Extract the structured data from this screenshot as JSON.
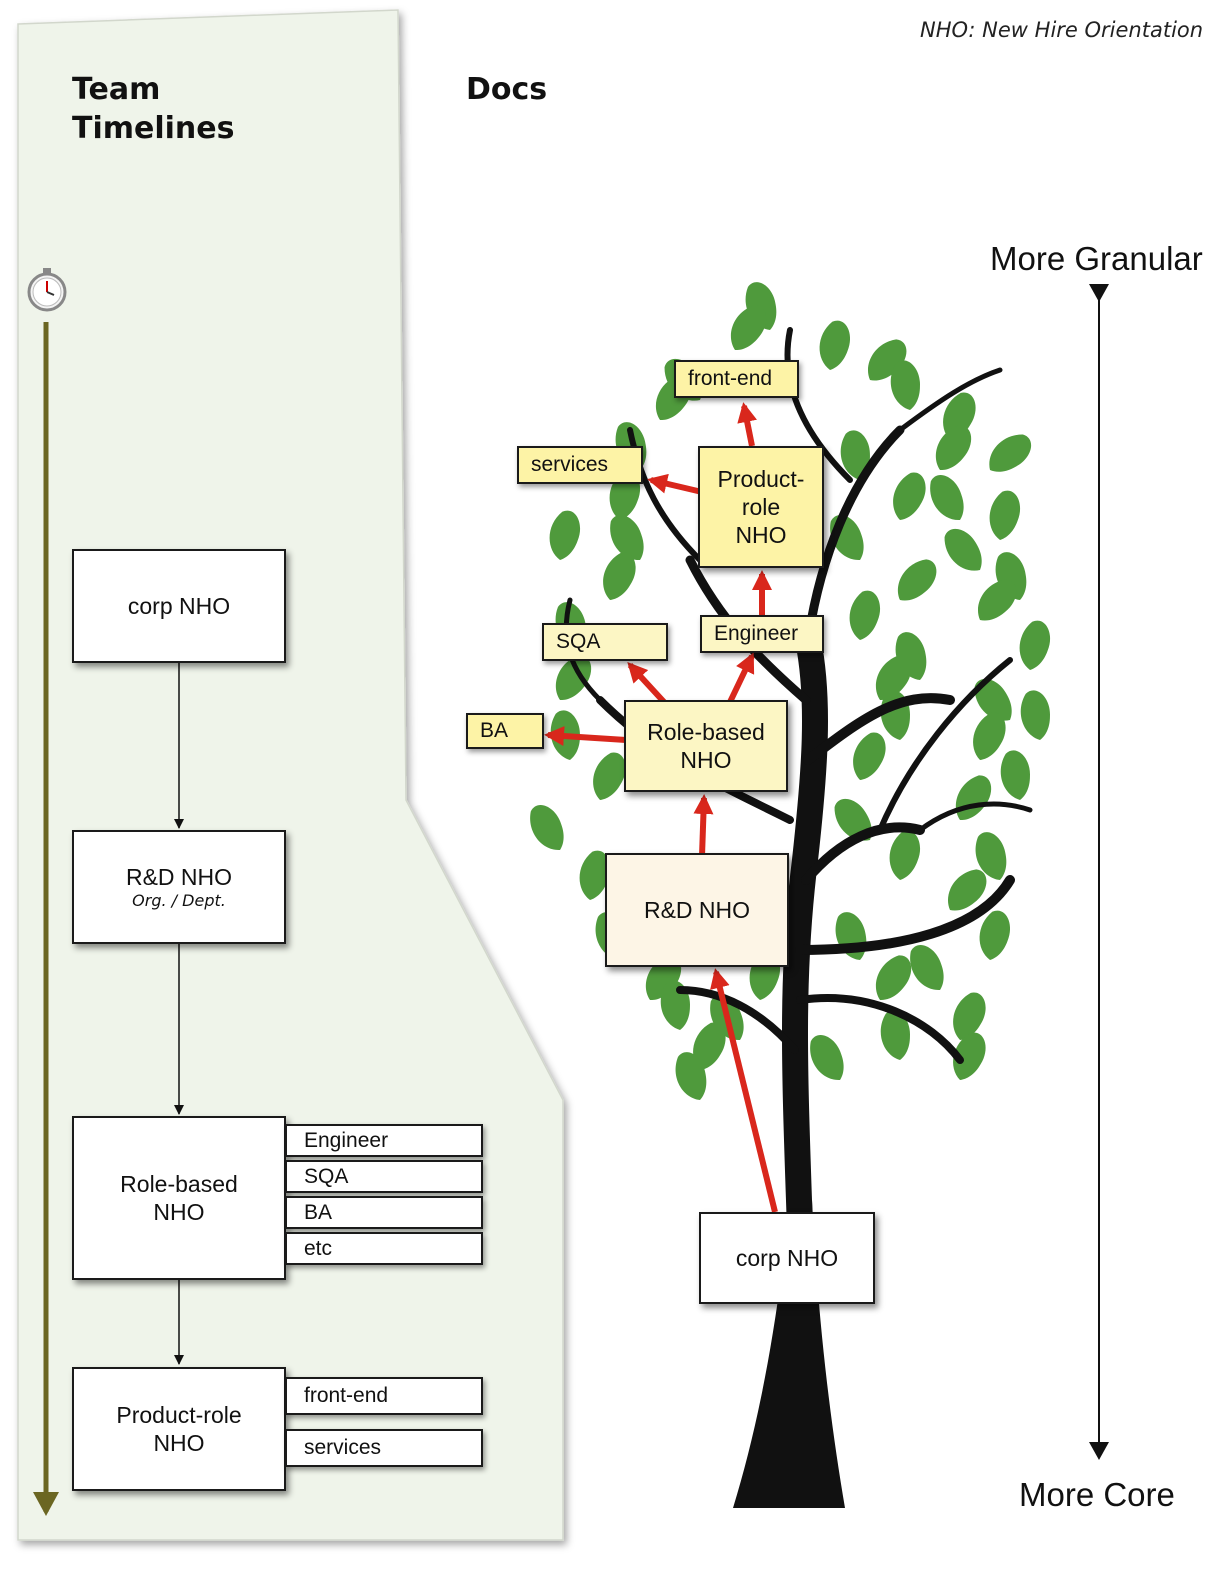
{
  "note": "NHO: New Hire Orientation",
  "timeline_panel": {
    "heading": "Team\nTimelines",
    "timer_icon": "stopwatch-icon",
    "steps": [
      {
        "label": "corp NHO",
        "sublabel": ""
      },
      {
        "label": "R&D NHO",
        "sublabel": "Org. / Dept."
      },
      {
        "label": "Role-based\nNHO",
        "tags": [
          "Engineer",
          "SQA",
          "BA",
          "etc"
        ]
      },
      {
        "label": "Product-role\nNHO",
        "tags": [
          "front-end",
          "services"
        ]
      }
    ]
  },
  "docs_panel": {
    "heading": "Docs",
    "tree_nodes": {
      "corp": "corp NHO",
      "rnd": "R&D NHO",
      "role": "Role-based\nNHO",
      "engineer": "Engineer",
      "sqa": "SQA",
      "ba": "BA",
      "product": "Product-\nrole\nNHO",
      "services": "services",
      "frontend": "front-end"
    }
  },
  "scale_axis": {
    "top_label": "More Granular",
    "bottom_label": "More Core"
  },
  "colors": {
    "panel_fill": "#eff4ea",
    "timeline_arrow": "#6b6622",
    "leaf": "#4f9a3c",
    "trunk": "#111111",
    "red_arrow": "#d9271c",
    "yellow_box": "#fdf3a6"
  }
}
